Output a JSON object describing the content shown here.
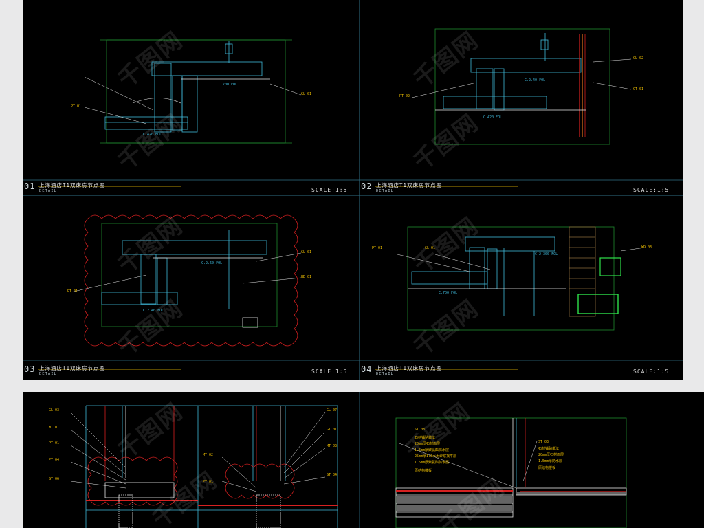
{
  "watermark": "千图网",
  "panels": [
    {
      "num": "01",
      "title": "上海酒店T1双床房节点图",
      "sub": "DETAIL",
      "scale": "SCALE:1:5",
      "dims": [
        "C.700 FOL",
        "C.420 FOL"
      ],
      "tags": [
        "GL 01",
        "PT 01"
      ]
    },
    {
      "num": "02",
      "title": "上海酒店T1双床房节点图",
      "sub": "DETAIL",
      "scale": "SCALE:1:5",
      "dims": [
        "C.2.40 FOL",
        "C.420 FOL"
      ],
      "tags": [
        "GL 02",
        "PT 02",
        "GT 01"
      ]
    },
    {
      "num": "03",
      "title": "上海酒店T1双床房节点图",
      "sub": "DETAIL",
      "scale": "SCALE:1:5",
      "dims": [
        "C.2.60 FOL",
        "C.2.40 FOL"
      ],
      "tags": [
        "GL 01",
        "WD 01",
        "PT 01"
      ]
    },
    {
      "num": "04",
      "title": "上海酒店T1双床房节点图",
      "sub": "DETAIL",
      "scale": "SCALE:1:5",
      "dims": [
        "C.700 FOL",
        "C.2.300 FOL"
      ],
      "tags": [
        "PT 01",
        "GL 01",
        "WD 03"
      ]
    }
  ],
  "sheet5": {
    "tags_left": [
      "GL 03",
      "MI 01",
      "PT 01",
      "PT 04",
      "GT 06"
    ],
    "tags_right": [
      "GL 07",
      "GT 01",
      "MT 03",
      "GT 04"
    ],
    "tags_mid": [
      "MT 02",
      "PT 01"
    ]
  },
  "sheet6": {
    "tags": [
      "ST 03",
      "ST 03"
    ],
    "notes_left": [
      "石材铺贴做法",
      "20mm厚石材面层",
      "1.5mm厚聚氨酯防水层",
      "25mm厚1:3水泥砂浆找平层",
      "1.5mm厚聚氨酯防水层",
      "原结构楼板"
    ],
    "notes_right": [
      "石材铺贴做法",
      "20mm厚石材面层",
      "1.5mm厚防水层",
      "原结构楼板"
    ]
  },
  "colors": {
    "cad_bg": "#000000",
    "cyan": "#3fb8d9",
    "green": "#1f8a2e",
    "yellow": "#f0c000",
    "red": "#d62020",
    "white": "#e6e6e6",
    "orange": "#e0701a"
  }
}
